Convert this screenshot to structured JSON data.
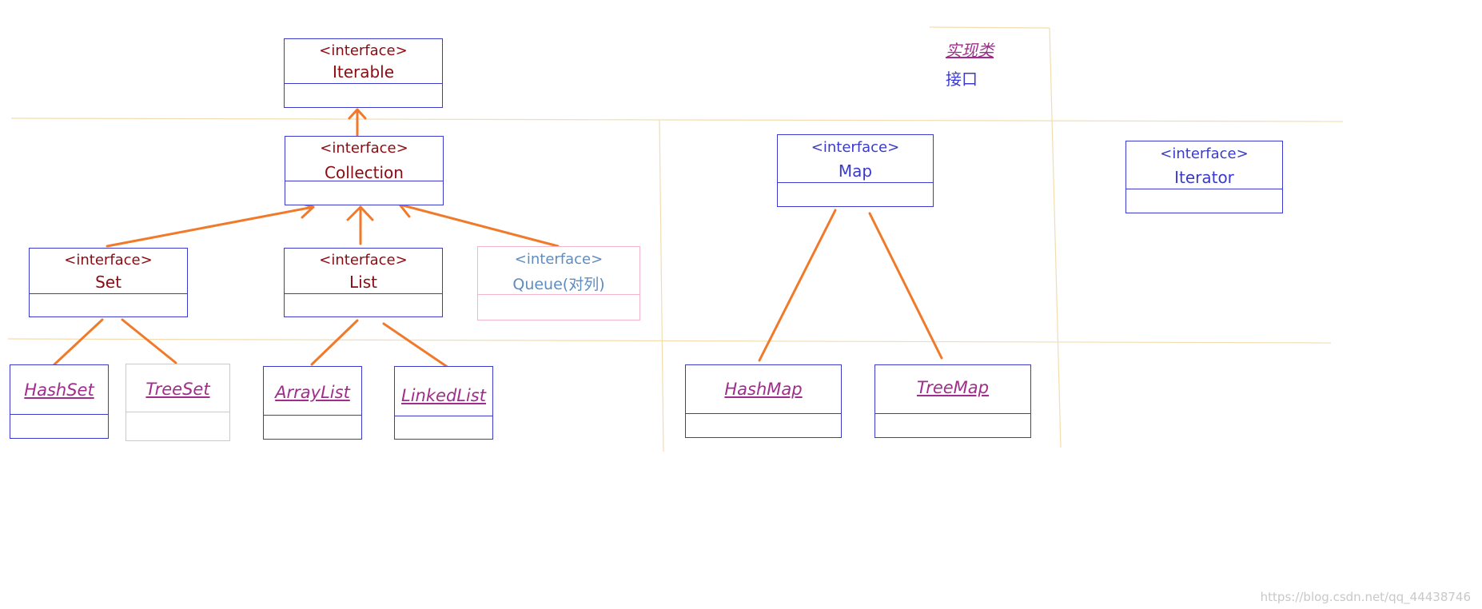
{
  "legend": {
    "impl_label": "实现类",
    "interface_label": "接口"
  },
  "interfaces": {
    "stereotype": "<interface>",
    "iterable": "Iterable",
    "collection": "Collection",
    "set": "Set",
    "list": "List",
    "queue": "Queue(对列)",
    "map": "Map",
    "iterator": "Iterator"
  },
  "classes": {
    "hashset": "HashSet",
    "treeset": "TreeSet",
    "arraylist": "ArrayList",
    "linkedlist": "LinkedList",
    "hashmap": "HashMap",
    "treemap": "TreeMap"
  },
  "colors": {
    "arrow": "#f07a2a",
    "box_border": "#3a3acc",
    "interface_red": "#8b0b12",
    "impl_purple": "#a02c8c",
    "divider": "#f3dcb0"
  },
  "watermark": "https://blog.csdn.net/qq_44438746"
}
